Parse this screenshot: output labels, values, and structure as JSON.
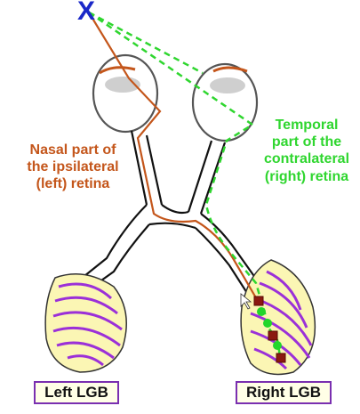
{
  "stimulus": {
    "mark": "X",
    "color": "#1a28c8"
  },
  "labels": {
    "nasal_retina": [
      "Nasal part of",
      "the ipsilateral",
      "(left) retina"
    ],
    "temporal_retina": [
      "Temporal",
      "part of the",
      "contralateral",
      "(right) retina"
    ]
  },
  "lgb": {
    "left_label": "Left LGB",
    "right_label": "Right LGB"
  },
  "colors": {
    "nasal_pathway": "#c4561b",
    "temporal_pathway": "#2fd62f",
    "lgb_fill": "#fbf6b4",
    "lgb_layers": "#9b30d8",
    "box_border": "#7a2fb0"
  }
}
